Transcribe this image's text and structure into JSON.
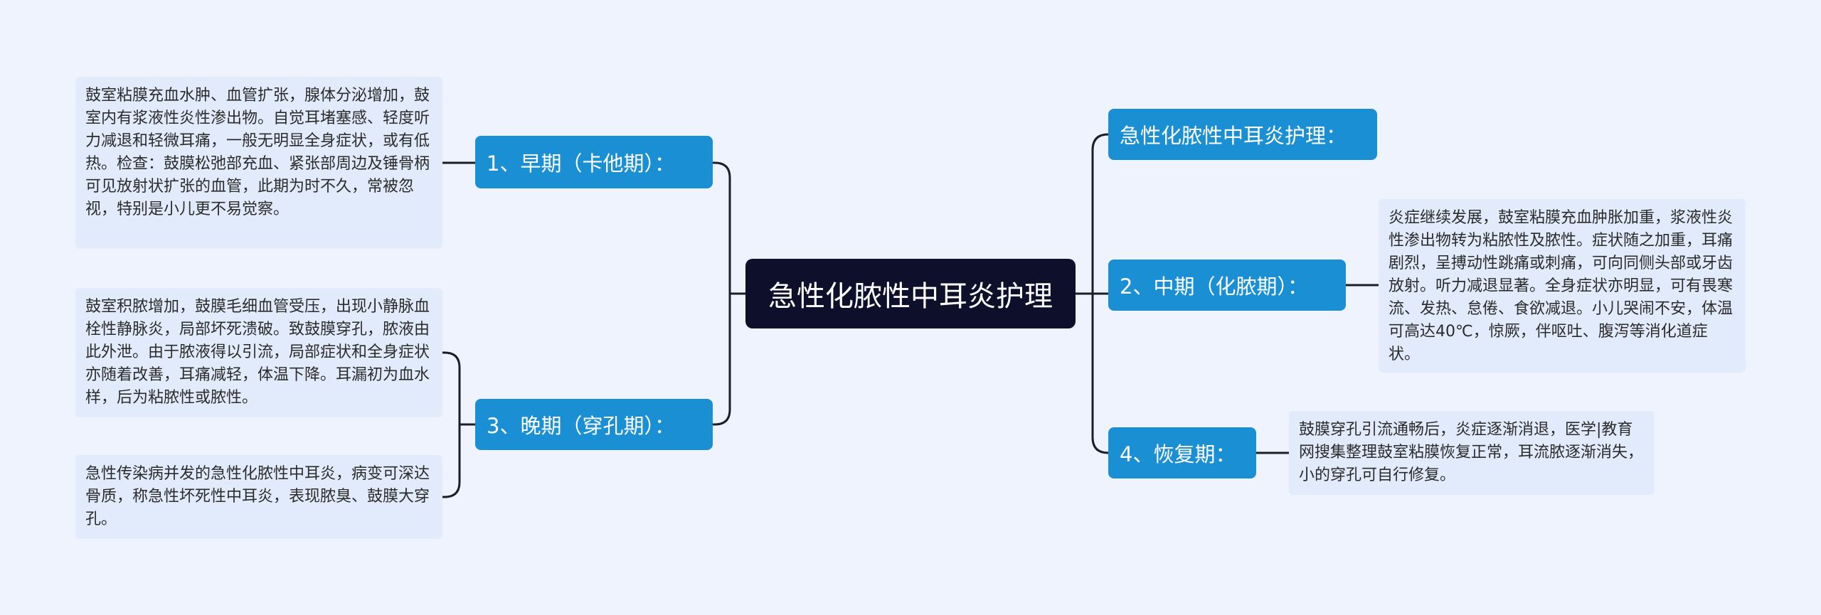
{
  "root": {
    "title": "急性化脓性中耳炎护理"
  },
  "branches": {
    "early": {
      "label": "1、早期（卡他期）："
    },
    "late": {
      "label": "3、晚期（穿孔期）："
    },
    "heading": {
      "label": "急性化脓性中耳炎护理："
    },
    "middle": {
      "label": "2、中期（化脓期）："
    },
    "recovery": {
      "label": "4、恢复期："
    }
  },
  "leaves": {
    "early_desc": "鼓室粘膜充血水肿、血管扩张，腺体分泌增加，鼓室内有浆液性炎性渗出物。自觉耳堵塞感、轻度听力减退和轻微耳痛，一般无明显全身症状，或有低热。检查：鼓膜松弛部充血、紧张部周边及锤骨柄可见放射状扩张的血管，此期为时不久，常被忽视，特别是小儿更不易觉察。",
    "late_desc_1": "鼓室积脓增加，鼓膜毛细血管受压，出现小静脉血栓性静脉炎，局部坏死溃破。致鼓膜穿孔，脓液由此外泄。由于脓液得以引流，局部症状和全身症状亦随着改善，耳痛减轻，体温下降。耳漏初为血水样，后为粘脓性或脓性。",
    "late_desc_2": "急性传染病并发的急性化脓性中耳炎，病变可深达骨质，称急性坏死性中耳炎，表现脓臭、鼓膜大穿孔。",
    "middle_desc": "炎症继续发展，鼓室粘膜充血肿胀加重，浆液性炎性渗出物转为粘脓性及脓性。症状随之加重，耳痛剧烈，呈搏动性跳痛或刺痛，可向同侧头部或牙齿放射。听力减退显著。全身症状亦明显，可有畏寒流、发热、怠倦、食欲减退。小儿哭闹不安，体温可高达40℃，惊厥，伴呕吐、腹泻等消化道症状。",
    "recovery_desc": "鼓膜穿孔引流通畅后，炎症逐渐消退，医学|教育网搜集整理鼓室粘膜恢复正常，耳流脓逐渐消失，小的穿孔可自行修复。"
  },
  "colors": {
    "background": "#eef3fd",
    "root_fill": "#0d0f2b",
    "branch_fill": "#1a8fd3",
    "leaf_fill": "#e2ebfb",
    "connector": "#1c1c2b"
  }
}
